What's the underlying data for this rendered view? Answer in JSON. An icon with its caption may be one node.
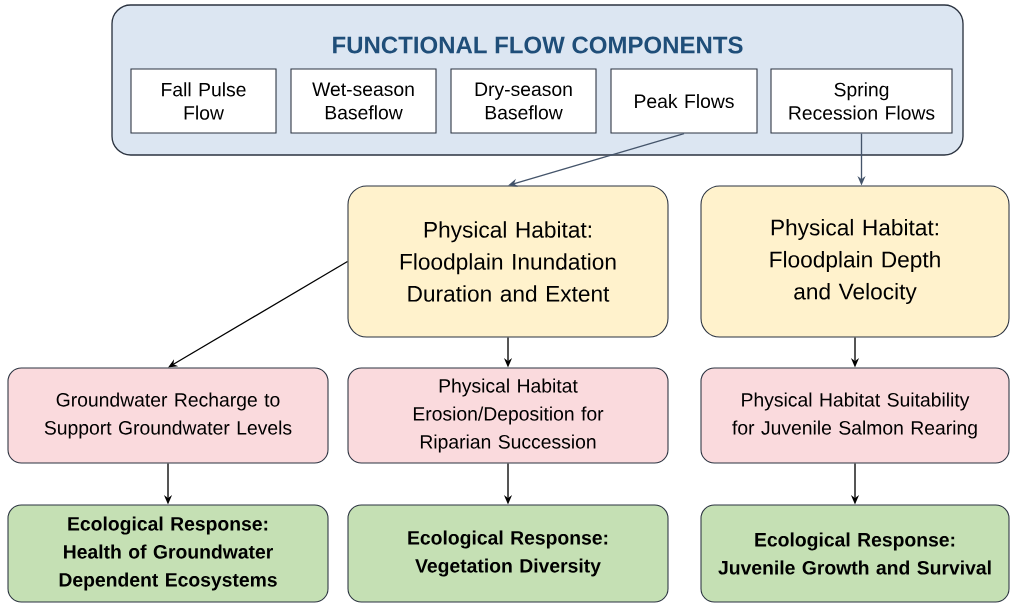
{
  "diagram": {
    "nodes": [
      {
        "text": [
          "FUNCTIONAL FLOW COMPONENTS"
        ]
      },
      {
        "text": [
          "Fall Pulse Flow"
        ],
        "in": 0
      },
      {
        "text": [
          "Wet-season Baseflow"
        ],
        "in": 0
      },
      {
        "text": [
          "Dry-season Baseflow"
        ],
        "in": 0
      },
      {
        "text": [
          "Peak Flows"
        ],
        "in": 0
      },
      {
        "text": [
          "Spring Recession Flows"
        ],
        "in": 0
      },
      {
        "text": [
          "Physical Habitat: Floodplain Inundation Duration and Extent"
        ]
      },
      {
        "text": [
          "Physical Habitat: Floodplain Depth and Velocity"
        ]
      },
      {
        "text": [
          "Groundwater Recharge to Support Groundwater Levels"
        ]
      },
      {
        "text": [
          "Physical Habitat Erosion/Deposition for Riparian Succession"
        ]
      },
      {
        "text": [
          "Physical Habitat Suitability for Juvenile Salmon Rearing"
        ]
      },
      {
        "text": [
          "Ecological Response: Health of Groundwater Dependent Ecosystems"
        ]
      },
      {
        "text": [
          "Ecological Response: Vegetation Diversity"
        ]
      },
      {
        "text": [
          "Ecological Response: Juvenile Growth and Survival"
        ]
      }
    ],
    "edges": [
      {
        "from": 4,
        "to": 6,
        "arrow": "to",
        "color": "#44546a"
      },
      {
        "from": 5,
        "to": 7,
        "arrow": "to",
        "color": "#44546a"
      },
      {
        "from": 6,
        "to": 8,
        "arrow": "to"
      },
      {
        "from": 6,
        "to": 9,
        "arrow": "to"
      },
      {
        "from": 7,
        "to": 10,
        "arrow": "to"
      },
      {
        "from": 8,
        "to": 11,
        "arrow": "to"
      },
      {
        "from": 9,
        "to": 12,
        "arrow": "to"
      },
      {
        "from": 10,
        "to": 13,
        "arrow": "to"
      }
    ]
  }
}
